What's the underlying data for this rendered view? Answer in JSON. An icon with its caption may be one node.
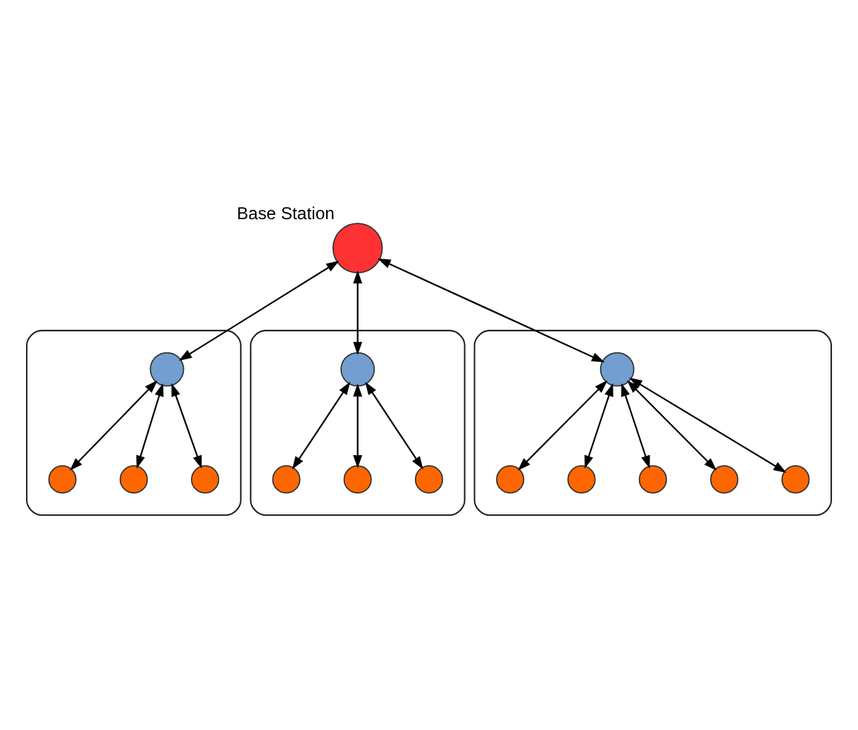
{
  "diagram": {
    "nodes": [
      {
        "text": [],
        "shape": "circle",
        "beside": [
          "Base Station"
        ]
      },
      {
        "text": [],
        "shape": "cloud"
      },
      {
        "text": [],
        "shape": "circle",
        "in": 1
      },
      {
        "text": [],
        "shape": "circle",
        "in": 1
      },
      {
        "text": [],
        "shape": "circle",
        "in": 1
      },
      {
        "text": [],
        "shape": "circle",
        "in": 1
      },
      {
        "text": [],
        "shape": "cloud"
      },
      {
        "text": [],
        "shape": "circle",
        "in": 6
      },
      {
        "text": [],
        "shape": "circle",
        "in": 6
      },
      {
        "text": [],
        "shape": "circle",
        "in": 6
      },
      {
        "text": [],
        "shape": "circle",
        "in": 6
      },
      {
        "text": [],
        "shape": "cloud"
      },
      {
        "text": [],
        "shape": "circle",
        "in": 11
      },
      {
        "text": [],
        "shape": "circle",
        "in": 11
      },
      {
        "text": [],
        "shape": "circle",
        "in": 11
      },
      {
        "text": [],
        "shape": "circle",
        "in": 11
      },
      {
        "text": [],
        "shape": "circle",
        "in": 11
      },
      {
        "text": [],
        "shape": "circle",
        "in": 11
      }
    ],
    "edges": [
      {
        "from": 0,
        "to": 2,
        "arrow": "both"
      },
      {
        "from": 0,
        "to": 7,
        "arrow": "both"
      },
      {
        "from": 0,
        "to": 12,
        "arrow": "both"
      },
      {
        "from": 2,
        "to": 3,
        "arrow": "both"
      },
      {
        "from": 2,
        "to": 4,
        "arrow": "both"
      },
      {
        "from": 2,
        "to": 5,
        "arrow": "both"
      },
      {
        "from": 7,
        "to": 8,
        "arrow": "both"
      },
      {
        "from": 7,
        "to": 9,
        "arrow": "both"
      },
      {
        "from": 7,
        "to": 10,
        "arrow": "both"
      },
      {
        "from": 12,
        "to": 13,
        "arrow": "both"
      },
      {
        "from": 12,
        "to": 14,
        "arrow": "both"
      },
      {
        "from": 12,
        "to": 15,
        "arrow": "both"
      },
      {
        "from": 12,
        "to": 16,
        "arrow": "both"
      },
      {
        "from": 12,
        "to": 17,
        "arrow": "both"
      }
    ]
  }
}
